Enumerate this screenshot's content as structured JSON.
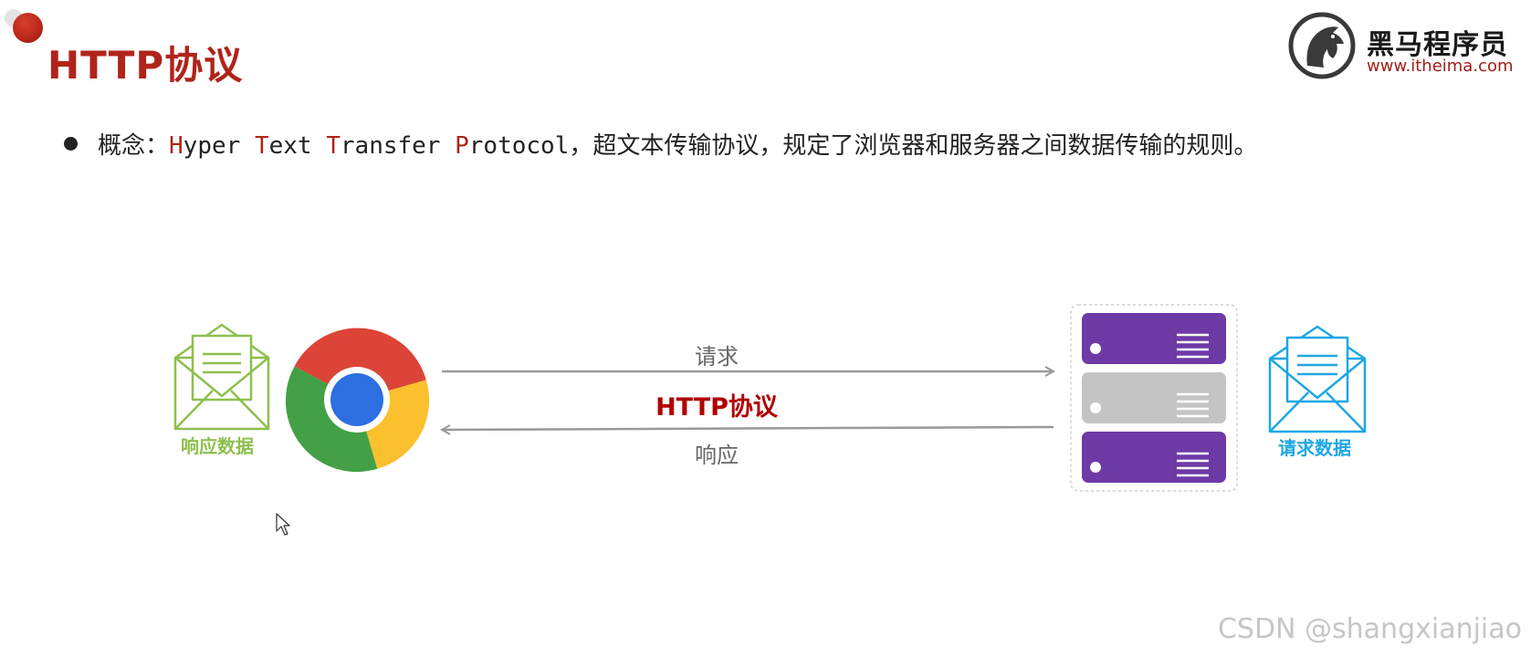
{
  "header": {
    "title": "HTTP协议",
    "logo": {
      "name": "黑马程序员",
      "url": "www.itheima.com"
    }
  },
  "concept": {
    "prefix": "概念：",
    "words": [
      {
        "initial": "H",
        "rest": "yper "
      },
      {
        "initial": "T",
        "rest": "ext "
      },
      {
        "initial": "T",
        "rest": "ransfer "
      },
      {
        "initial": "P",
        "rest": "rotocol"
      }
    ],
    "suffix": "，超文本传输协议，规定了浏览器和服务器之间数据传输的规则。"
  },
  "diagram": {
    "request_label": "请求",
    "response_label": "响应",
    "protocol_label": "HTTP协议",
    "response_data_label": "响应数据",
    "request_data_label": "请求数据"
  },
  "watermark": "CSDN @shangxianjiao",
  "colors": {
    "title_red": "#b0241a",
    "protocol_red": "#b20000",
    "response_green": "#8ebf4d",
    "request_blue": "#1ea7e4",
    "server_purple": "#6d3aa6",
    "server_grey": "#c4c4c4",
    "arrow_grey": "#999999"
  },
  "icons": {
    "browser": "chrome-browser-icon",
    "server": "server-stack-icon",
    "response_envelope": "open-envelope-icon",
    "request_envelope": "open-envelope-icon",
    "cursor": "mouse-pointer-icon"
  }
}
